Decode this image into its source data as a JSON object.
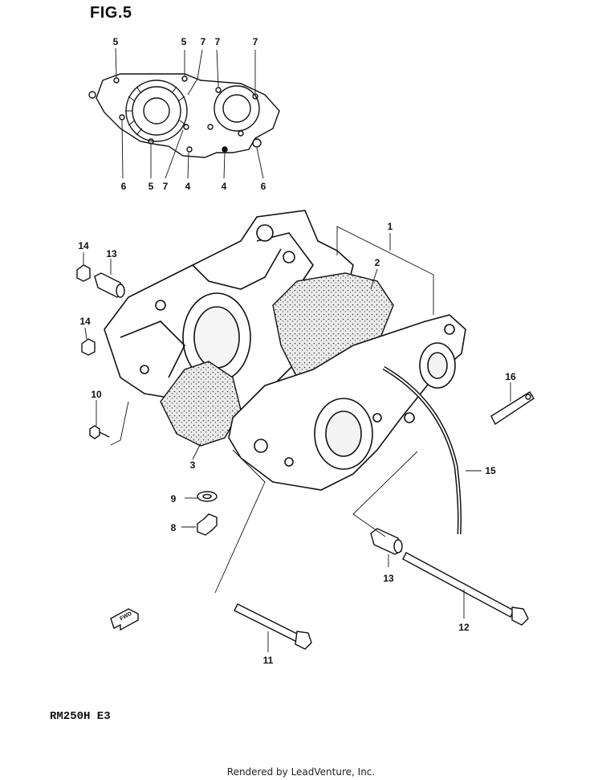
{
  "figure_label": "FIG.5",
  "model_code": "RM250H E3",
  "footer_credit": "Rendered by LeadVenture, Inc.",
  "fwd_arrow_label": "FWD",
  "inset_callouts": [
    "5",
    "5",
    "7",
    "7",
    "7",
    "6",
    "5",
    "7",
    "4",
    "4",
    "6"
  ],
  "main_callouts": [
    "1",
    "2",
    "14",
    "13",
    "14",
    "10",
    "3",
    "16",
    "15",
    "9",
    "8",
    "13",
    "12",
    "11"
  ],
  "line_color": "#111111",
  "gasket_fill": "#d9d9d9"
}
